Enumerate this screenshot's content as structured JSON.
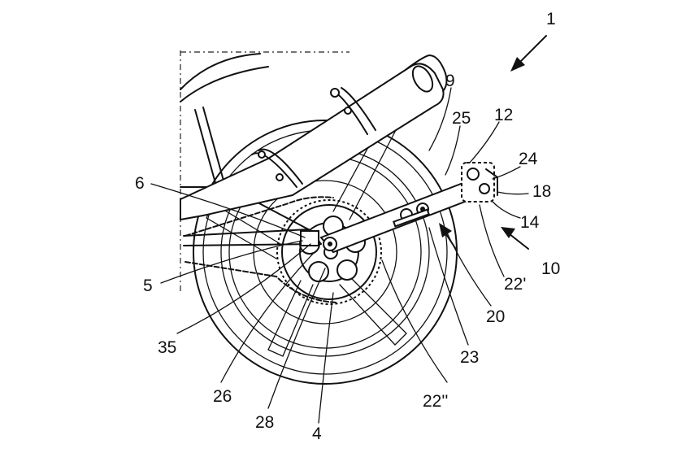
{
  "labels": {
    "l1": "1",
    "l4": "4",
    "l5": "5",
    "l6": "6",
    "l9": "9",
    "l10": "10",
    "l12": "12",
    "l14": "14",
    "l18": "18",
    "l20": "20",
    "l22p": "22'",
    "l22pp": "22''",
    "l23": "23",
    "l24": "24",
    "l25": "25",
    "l26": "26",
    "l28": "28",
    "l35": "35"
  }
}
